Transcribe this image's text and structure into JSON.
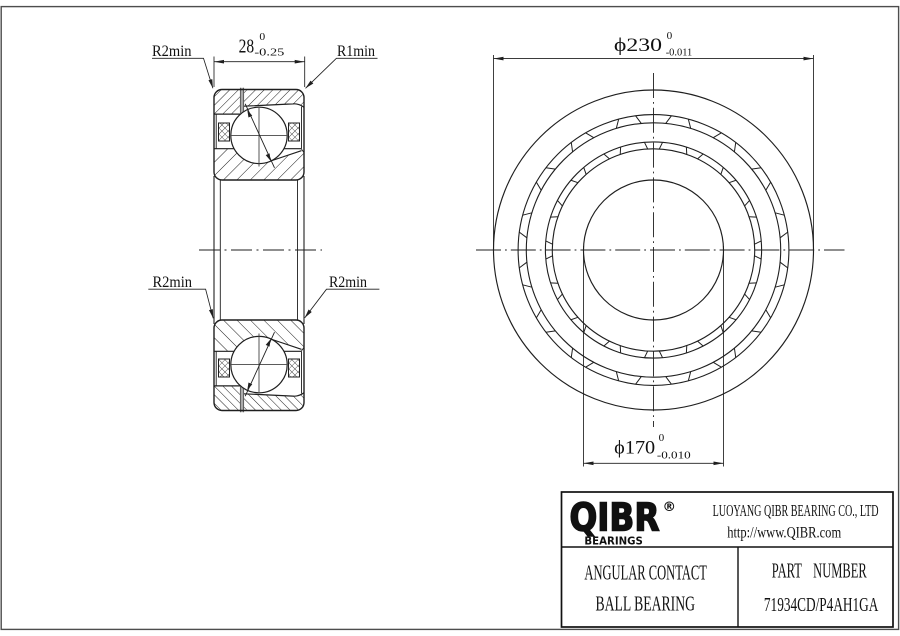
{
  "section_view": {
    "labels": {
      "radius_top_left": "R2min",
      "radius_top_right": "R1min",
      "radius_bottom_left": "R2min",
      "radius_bottom_right": "R2min"
    },
    "width_dimension": {
      "value": "28",
      "upper_tolerance": "0",
      "lower_tolerance": "-0.25"
    }
  },
  "front_view": {
    "outer_diameter": {
      "text": "ϕ230",
      "upper_tolerance": "0",
      "lower_tolerance": "-0.011"
    },
    "bore_diameter": {
      "text": "ϕ170",
      "upper_tolerance": "0",
      "lower_tolerance": "-0.010"
    }
  },
  "title_block": {
    "brand": {
      "logo": "QIBR",
      "registered": "®",
      "tagline": "BEARINGS"
    },
    "company": "LUOYANG QIBR BEARING CO., LTD",
    "website": "http://www.QIBR.com",
    "product_line1": "ANGULAR CONTACT",
    "product_line2": "BALL BEARING",
    "part_number_label": "PART NUMBER",
    "part_number": "71934CD/P4AH1GA"
  },
  "colors": {
    "line": "#1f1f1f",
    "background": "#ffffff",
    "frame": "#4d4d4d",
    "channel_fill": "#ababab"
  }
}
